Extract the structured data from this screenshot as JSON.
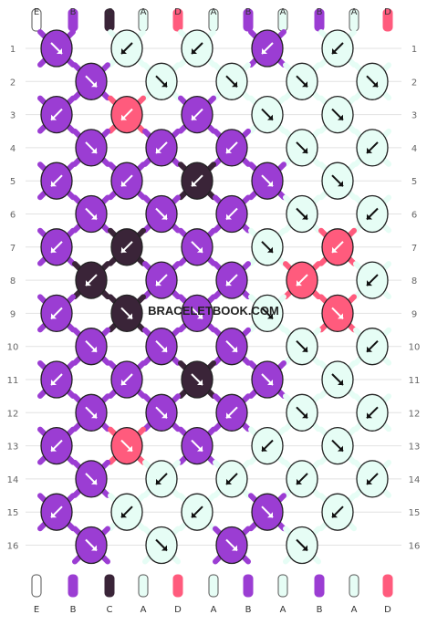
{
  "pattern": {
    "watermark": "BRACELETBOOK.COM",
    "string_labels": [
      "E",
      "B",
      "C",
      "A",
      "D",
      "A",
      "B",
      "A",
      "B",
      "A",
      "D"
    ],
    "row_labels": [
      "1",
      "2",
      "3",
      "4",
      "5",
      "6",
      "7",
      "8",
      "9",
      "10",
      "11",
      "12",
      "13",
      "14",
      "15",
      "16"
    ],
    "colors": {
      "E": "#ffffff",
      "A": "#e6fdf5",
      "B": "#9b3dd3",
      "C": "#3a2438",
      "D": "#ff5b7d"
    },
    "knots": [
      {
        "row": 1,
        "items": [
          [
            "B",
            "R"
          ],
          [
            "A",
            "L"
          ],
          [
            "A",
            "L"
          ],
          [
            "B",
            "L"
          ],
          [
            "A",
            "L"
          ]
        ]
      },
      {
        "row": 2,
        "items": [
          [
            "B",
            "R"
          ],
          [
            "A",
            "R"
          ],
          [
            "A",
            "R"
          ],
          [
            "A",
            "R"
          ],
          [
            "A",
            "R"
          ]
        ]
      },
      {
        "row": 3,
        "items": [
          [
            "B",
            "L"
          ],
          [
            "D",
            "L"
          ],
          [
            "B",
            "L"
          ],
          [
            "A",
            "R"
          ],
          [
            "A",
            "R"
          ]
        ]
      },
      {
        "row": 4,
        "items": [
          [
            "B",
            "R"
          ],
          [
            "B",
            "L"
          ],
          [
            "B",
            "L"
          ],
          [
            "A",
            "R"
          ],
          [
            "A",
            "L"
          ]
        ]
      },
      {
        "row": 5,
        "items": [
          [
            "B",
            "L"
          ],
          [
            "B",
            "L"
          ],
          [
            "C",
            "L"
          ],
          [
            "B",
            "R"
          ],
          [
            "A",
            "R"
          ]
        ]
      },
      {
        "row": 6,
        "items": [
          [
            "B",
            "R"
          ],
          [
            "B",
            "R"
          ],
          [
            "B",
            "L"
          ],
          [
            "A",
            "R"
          ],
          [
            "A",
            "L"
          ]
        ]
      },
      {
        "row": 7,
        "items": [
          [
            "B",
            "L"
          ],
          [
            "C",
            "L"
          ],
          [
            "B",
            "R"
          ],
          [
            "A",
            "R"
          ],
          [
            "D",
            "L"
          ]
        ]
      },
      {
        "row": 8,
        "items": [
          [
            "C",
            "L"
          ],
          [
            "B",
            "L"
          ],
          [
            "B",
            "L"
          ],
          [
            "D",
            "L"
          ],
          [
            "A",
            "L"
          ]
        ]
      },
      {
        "row": 9,
        "items": [
          [
            "B",
            "L"
          ],
          [
            "C",
            "R"
          ],
          [
            "B",
            "R"
          ],
          [
            "A",
            "R"
          ],
          [
            "D",
            "R"
          ]
        ]
      },
      {
        "row": 10,
        "items": [
          [
            "B",
            "R"
          ],
          [
            "B",
            "R"
          ],
          [
            "B",
            "R"
          ],
          [
            "A",
            "R"
          ],
          [
            "A",
            "L"
          ]
        ]
      },
      {
        "row": 11,
        "items": [
          [
            "B",
            "L"
          ],
          [
            "B",
            "L"
          ],
          [
            "C",
            "R"
          ],
          [
            "B",
            "R"
          ],
          [
            "A",
            "R"
          ]
        ]
      },
      {
        "row": 12,
        "items": [
          [
            "B",
            "R"
          ],
          [
            "B",
            "R"
          ],
          [
            "B",
            "L"
          ],
          [
            "A",
            "R"
          ],
          [
            "A",
            "L"
          ]
        ]
      },
      {
        "row": 13,
        "items": [
          [
            "B",
            "L"
          ],
          [
            "D",
            "R"
          ],
          [
            "B",
            "R"
          ],
          [
            "A",
            "L"
          ],
          [
            "A",
            "R"
          ]
        ]
      },
      {
        "row": 14,
        "items": [
          [
            "B",
            "R"
          ],
          [
            "A",
            "L"
          ],
          [
            "A",
            "L"
          ],
          [
            "A",
            "L"
          ],
          [
            "A",
            "L"
          ]
        ]
      },
      {
        "row": 15,
        "items": [
          [
            "B",
            "L"
          ],
          [
            "A",
            "L"
          ],
          [
            "A",
            "L"
          ],
          [
            "B",
            "R"
          ],
          [
            "A",
            "L"
          ]
        ]
      },
      {
        "row": 16,
        "items": [
          [
            "B",
            "R"
          ],
          [
            "A",
            "R"
          ],
          [
            "B",
            "R"
          ],
          [
            "A",
            "R"
          ]
        ]
      }
    ]
  }
}
